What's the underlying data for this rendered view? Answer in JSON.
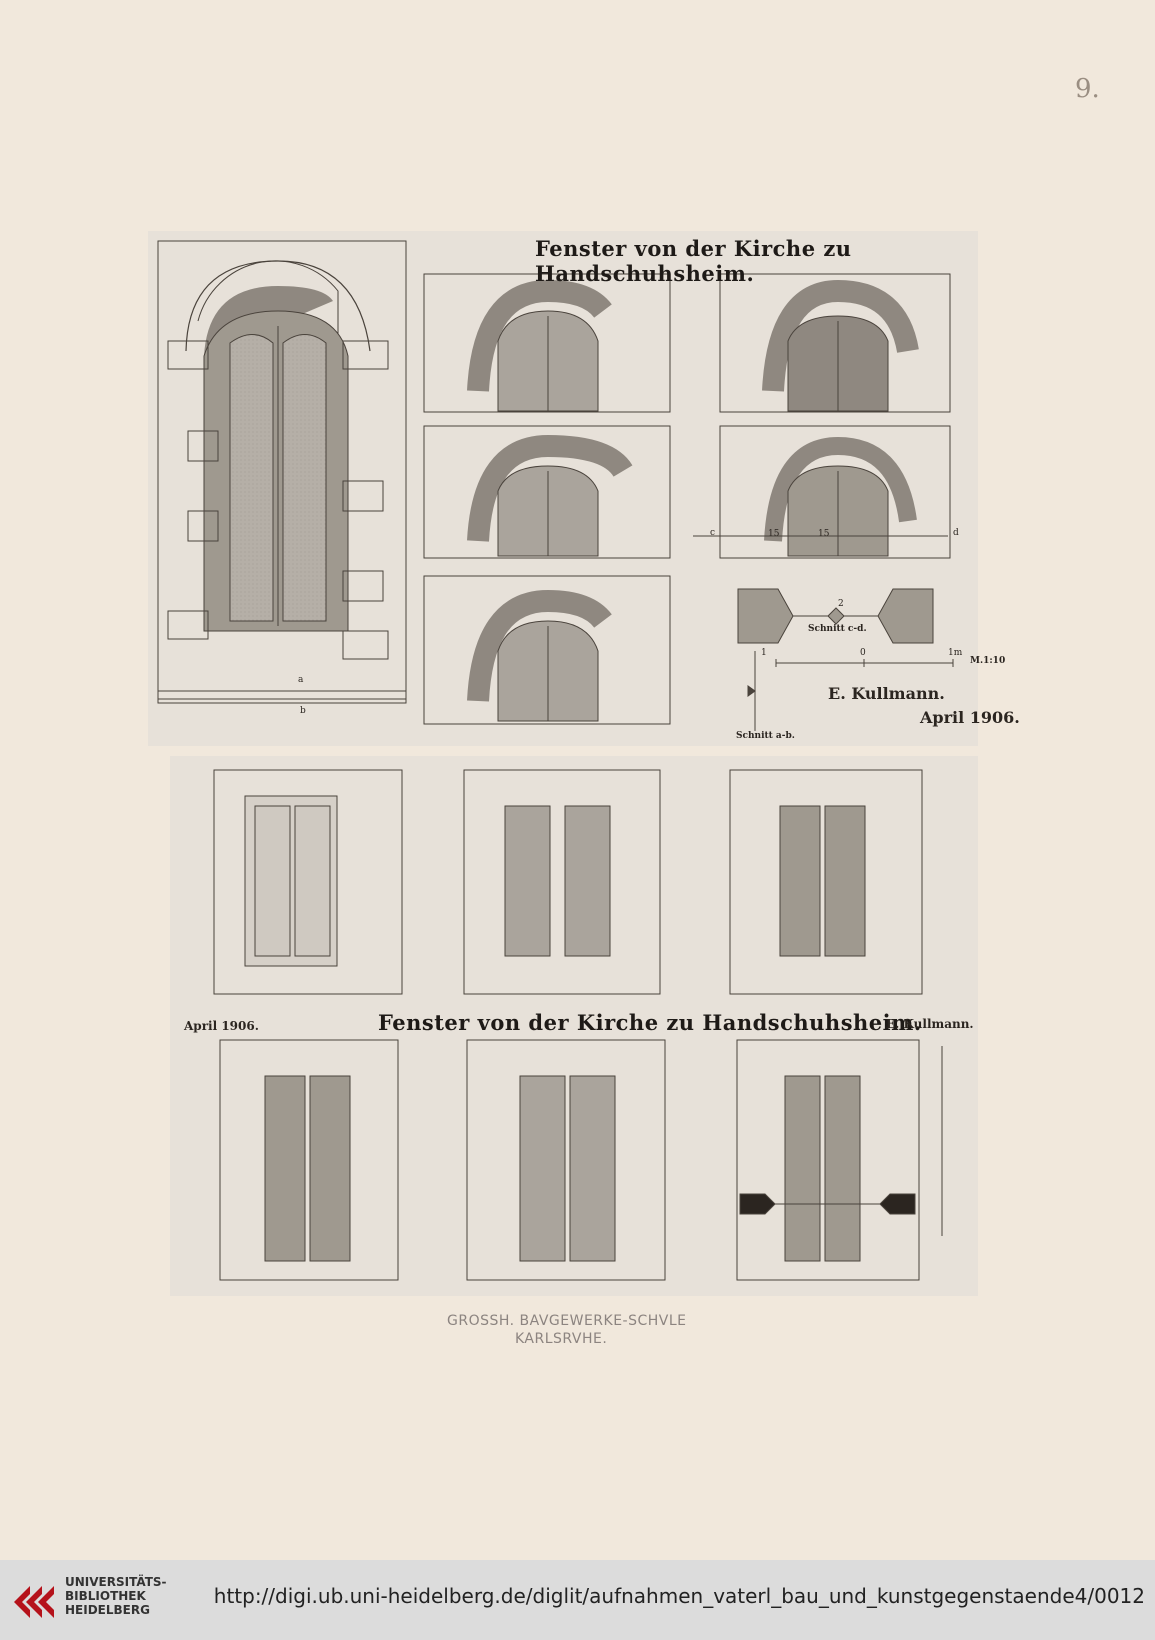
{
  "page": {
    "number": "9."
  },
  "plate_top": {
    "title": "Fenster von der Kirche zu Handschuhsheim.",
    "signature": "E. Kullmann.",
    "date": "April 1906.",
    "section_cd": "Schnitt c-d.",
    "section_ab": "Schnitt a-b.",
    "scale": "M.1:10",
    "scale_ticks": [
      "1",
      "0",
      "1m"
    ],
    "labels": {
      "a": "a",
      "b": "b",
      "c": "c",
      "d": "d",
      "two": "2",
      "m1": "15",
      "m2": "15"
    }
  },
  "plate_bottom": {
    "title": "Fenster von der Kirche zu Handschuhsheim.",
    "date": "April 1906.",
    "signature": "E. Kullmann."
  },
  "school": {
    "line1": "GROSSH. BAVGEWERKE-SCHVLE",
    "line2": "KARLSRVHE."
  },
  "footer": {
    "logo_lines": [
      "UNIVERSITÄTS-",
      "BIBLIOTHEK",
      "HEIDELBERG"
    ],
    "url": "http://digi.ub.uni-heidelberg.de/diglit/aufnahmen_vaterl_bau_und_kunstgegenstaende4/0012"
  },
  "colors": {
    "paper": "#f1e8dc",
    "plate": "#e7e1d9",
    "stone_dark": "#9a948c",
    "glass": "#b7b1a9",
    "logo_red": "#b5121b"
  }
}
